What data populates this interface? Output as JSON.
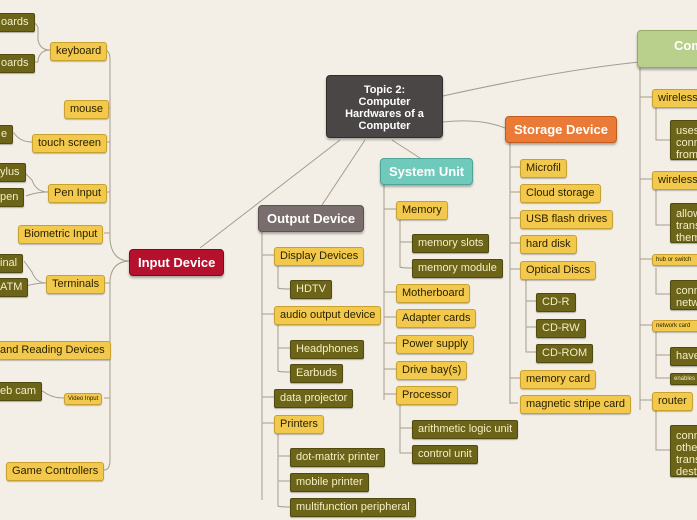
{
  "topic": "Topic 2:\nComputer\nHardwares of a\nComputer",
  "main": {
    "input_device": "Input Device",
    "output_device": "Output Device",
    "system_unit": "System Unit",
    "storage_device": "Storage Device",
    "communication": "Com"
  },
  "input": {
    "keyboard": "keyboard",
    "keyboard_child1": "oards",
    "keyboard_child2": "oards",
    "mouse": "mouse",
    "touch_screen": "touch screen",
    "touch_screen_child": "e",
    "pen_input": "Pen Input",
    "pen_child1": "ylus",
    "pen_child2": "pen",
    "biometric": "Biometric Input",
    "terminals": "Terminals",
    "terminals_child1": "inal",
    "terminals_child2": "ATM",
    "scanning": "and Reading Devices",
    "video_input": "Video Input",
    "web_cam": "eb cam",
    "game_controllers": "Game Controllers"
  },
  "output": {
    "display_devices": "Display Devices",
    "hdtv": "HDTV",
    "audio_output": "audio output device",
    "headphones": "Headphones",
    "earbuds": "Earbuds",
    "data_projector": "data projector",
    "printers": "Printers",
    "dot_matrix": "dot-matrix printer",
    "mobile_printer": "mobile printer",
    "multifunction": "multifunction peripheral"
  },
  "system": {
    "memory": "Memory",
    "memory_slots": "memory slots",
    "memory_module": "memory module",
    "motherboard": "Motherboard",
    "adapter_cards": "Adapter cards",
    "power_supply": "Power supply",
    "drive_bays": "Drive bay(s)",
    "processor": "Processor",
    "alu": "arithmetic logic unit",
    "control_unit": "control unit"
  },
  "storage": {
    "microfil": "Microfil",
    "cloud": "Cloud storage",
    "usb": "USB flash drives",
    "hard_disk": "hard disk",
    "optical": "Optical Discs",
    "cdr": "CD-R",
    "cdrw": "CD-RW",
    "cdrom": "CD-ROM",
    "memory_card": "memory card",
    "magnetic": "magnetic stripe card"
  },
  "comm": {
    "wireless1": "wireless",
    "wireless1_desc": "uses\nconn\nfrom",
    "wireless2": "wireless",
    "wireless2_desc": "allow\ntrans\nthem",
    "hub": "hub or switch",
    "hub_desc": "conn\nnetw",
    "network_card": "network card",
    "network_card_desc1": "have",
    "network_card_desc2": "enables",
    "router": "router",
    "router_desc": "conn\nothe\ntrans\ndesti"
  },
  "colors": {
    "background": "#f3efe6",
    "topic": "#4a4646",
    "input_device": "#b5102c",
    "output_device": "#7a6d6d",
    "system_unit": "#6fcabc",
    "storage_device": "#ea7a35",
    "communication": "#b9d08c",
    "branch": "#f2c94c",
    "leaf": "#6b6419"
  }
}
